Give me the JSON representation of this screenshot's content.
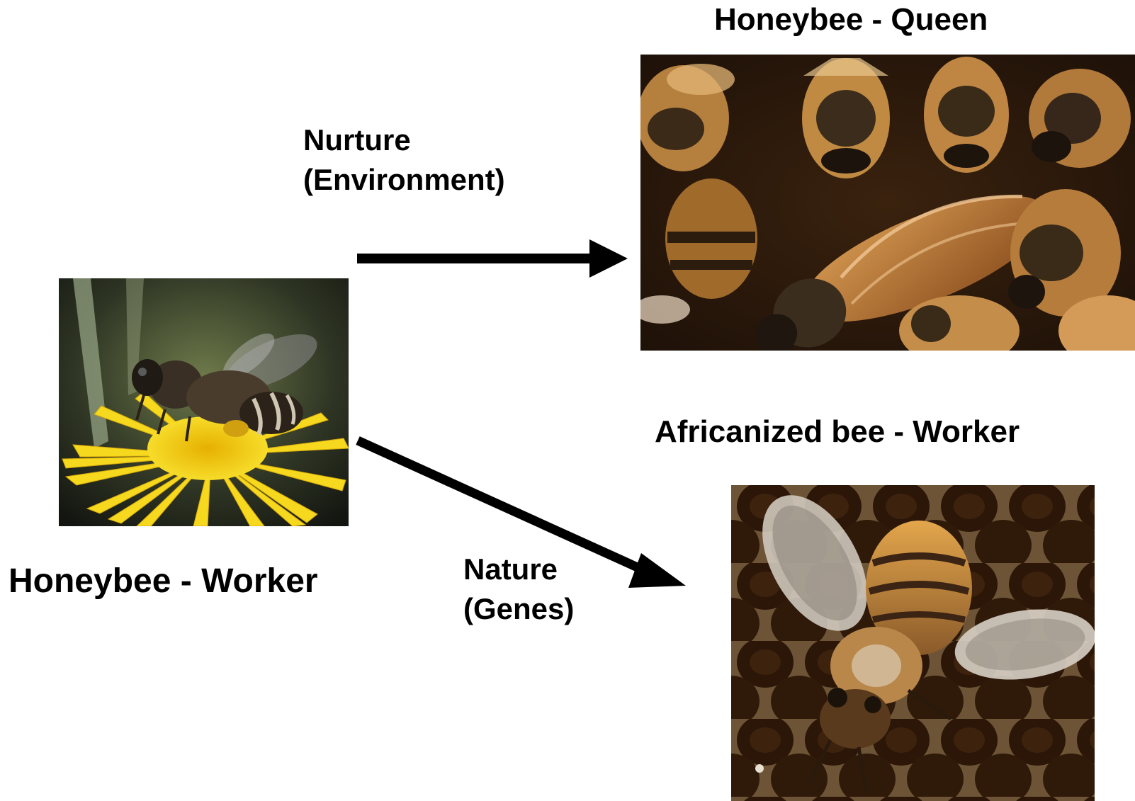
{
  "labels": {
    "queen_title": "Honeybee - Queen",
    "nurture_line1": "Nurture",
    "nurture_line2": "(Environment)",
    "african_title": "Africanized bee - Worker",
    "worker_title": "Honeybee - Worker",
    "nature_line1": "Nature",
    "nature_line2": "(Genes)"
  },
  "colors": {
    "background": "#ffffff",
    "text": "#000000",
    "arrow": "#000000",
    "flower_yellow": "#f5d21c",
    "bee_brown": "#6b4a22",
    "honeycomb_dark": "#2a1608"
  },
  "icons": {
    "worker_photo": "honeybee-on-yellow-flower",
    "queen_photo": "queen-bee-surrounded-by-workers",
    "african_photo": "africanized-bee-on-honeycomb"
  }
}
